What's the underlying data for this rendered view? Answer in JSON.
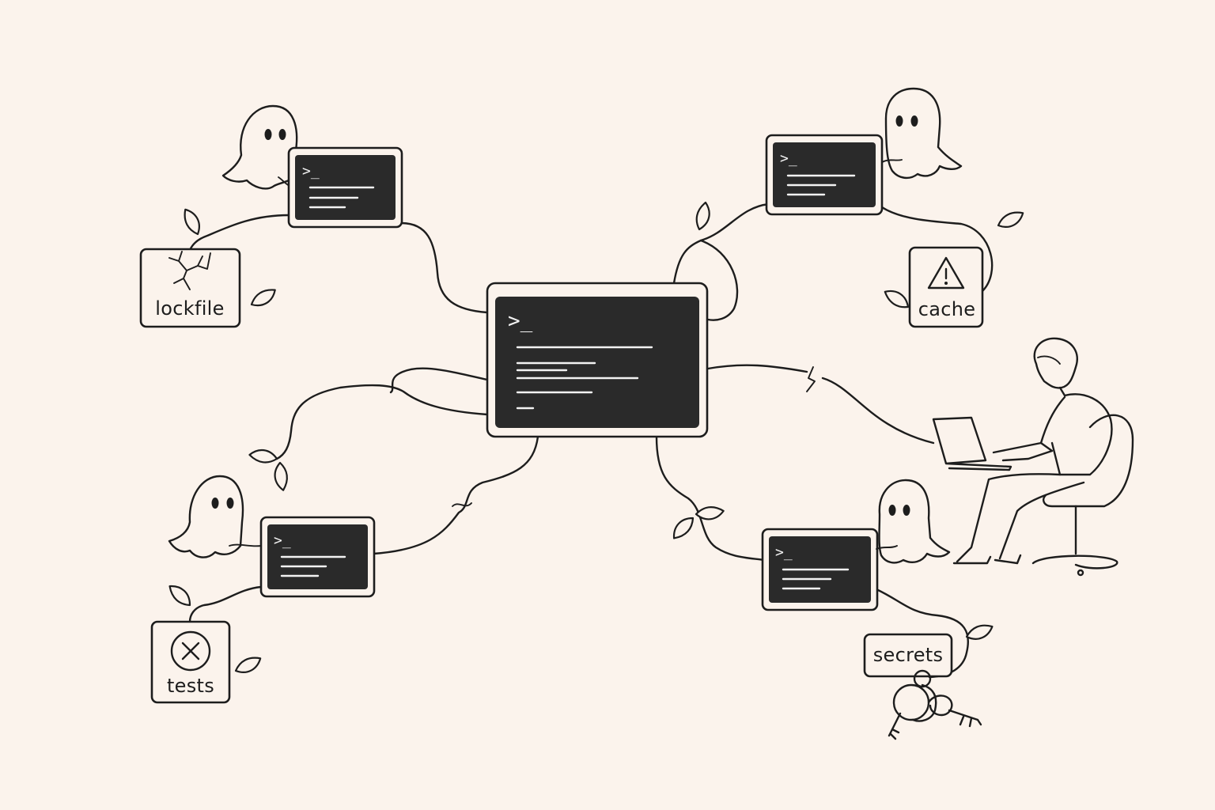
{
  "terminal": {
    "prompt": ">_"
  },
  "issues": {
    "lockfile": {
      "label": "lockfile",
      "icon": "cracked-file-icon"
    },
    "cache": {
      "label": "cache",
      "icon": "warning-triangle-icon"
    },
    "tests": {
      "label": "tests",
      "icon": "x-circle-icon"
    },
    "secrets": {
      "label": "secrets",
      "icon": "keys-icon"
    }
  },
  "colors": {
    "background": "#fbf3ec",
    "ink": "#1d1d1d",
    "screen": "#2a2a2a"
  }
}
